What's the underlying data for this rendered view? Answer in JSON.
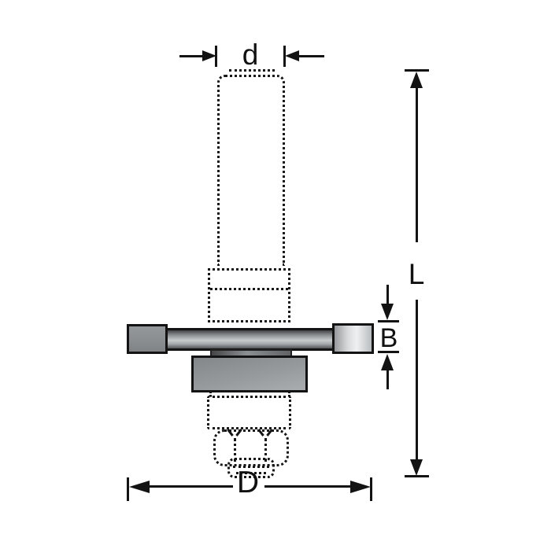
{
  "labels": {
    "shank_diameter": "d",
    "overall_length": "L",
    "cutter_thickness": "B",
    "cutter_diameter": "D"
  },
  "colors": {
    "line": "#131313",
    "background": "#ffffff",
    "tooth_gray": "#8a8d90",
    "blade_highlight": "#c9cccd",
    "right_block_light": "#eef0f1",
    "bearing_gray": "#979a9d",
    "washer_dark": "#454547"
  }
}
